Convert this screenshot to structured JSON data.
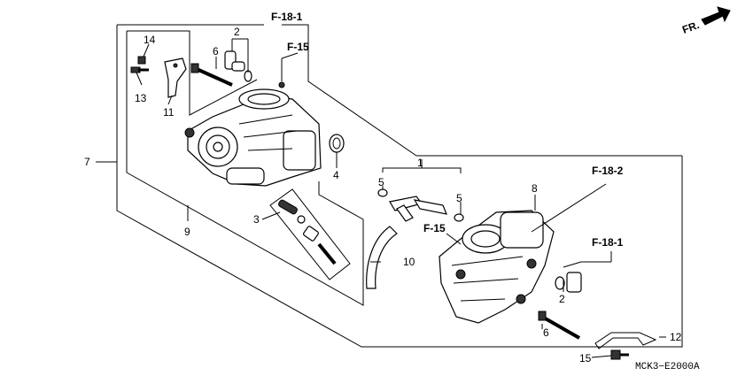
{
  "direction_label": "FR.",
  "drawing_code": "MCK3−E2000A",
  "refs": {
    "f18_1_top": "F-18-1",
    "f15_top": "F-15",
    "f18_2": "F-18-2",
    "f18_1_right": "F-18-1",
    "f15_mid": "F-15"
  },
  "parts": {
    "p1": "1",
    "p2a": "2",
    "p2b": "2",
    "p3": "3",
    "p4": "4",
    "p5a": "5",
    "p5b": "5",
    "p6a": "6",
    "p6b": "6",
    "p7": "7",
    "p8": "8",
    "p9": "9",
    "p10": "10",
    "p11": "11",
    "p12": "12",
    "p13": "13",
    "p14": "14",
    "p15": "15"
  }
}
